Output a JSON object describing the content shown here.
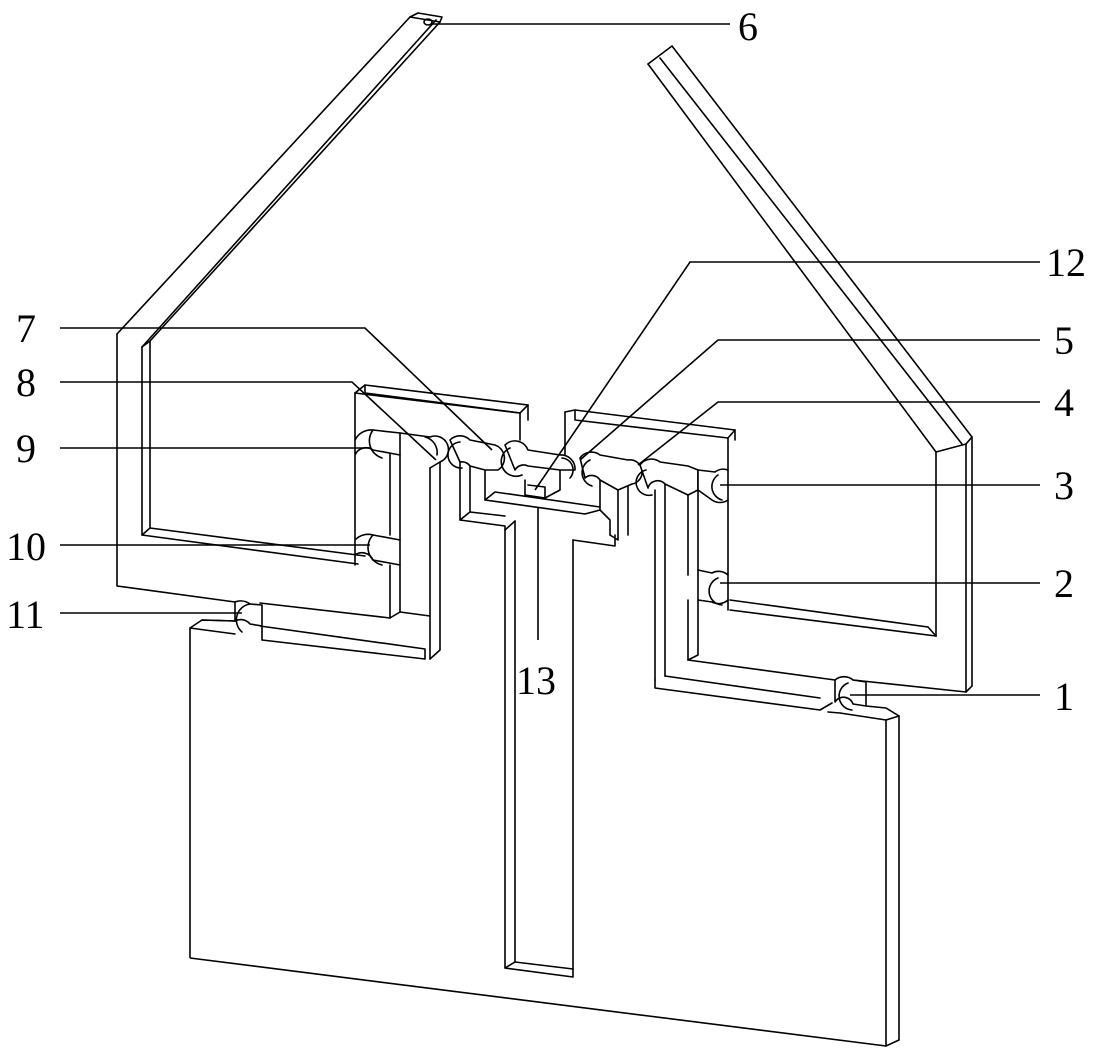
{
  "callouts": [
    {
      "id": "6",
      "text": "6"
    },
    {
      "id": "12",
      "text": "12"
    },
    {
      "id": "5",
      "text": "5"
    },
    {
      "id": "4",
      "text": "4"
    },
    {
      "id": "3",
      "text": "3"
    },
    {
      "id": "2",
      "text": "2"
    },
    {
      "id": "1",
      "text": "1"
    },
    {
      "id": "7",
      "text": "7"
    },
    {
      "id": "8",
      "text": "8"
    },
    {
      "id": "9",
      "text": "9"
    },
    {
      "id": "10",
      "text": "10"
    },
    {
      "id": "11",
      "text": "11"
    },
    {
      "id": "13",
      "text": "13"
    }
  ]
}
